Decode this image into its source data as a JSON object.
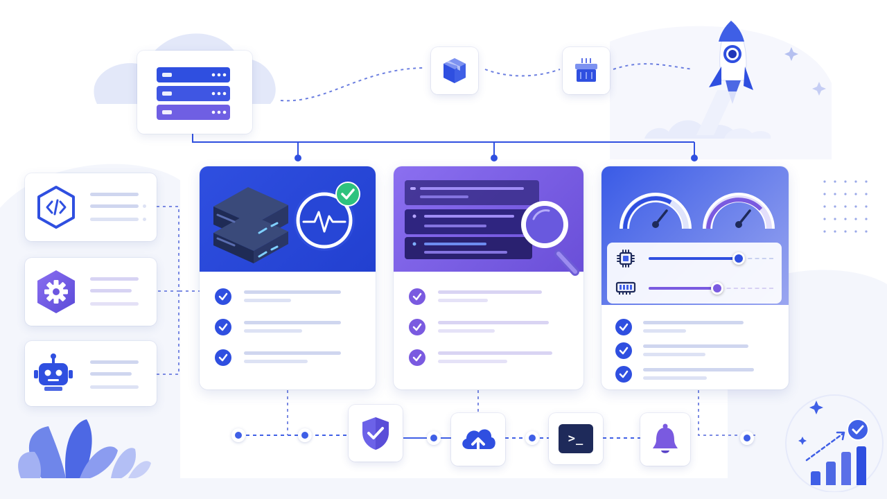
{
  "colors": {
    "primary": "#2f4fe0",
    "primary_dark": "#1f36b8",
    "purple": "#7a5ae0",
    "navy": "#1e2a5a",
    "green": "#2ec27e",
    "line": "#3f5fe6"
  },
  "top_row": {
    "server_rack_icon": "server-rack-icon",
    "package_icon": "package-icon",
    "container_icon": "container-icon",
    "rocket_icon": "rocket-icon"
  },
  "left_services": [
    {
      "icon": "code-icon"
    },
    {
      "icon": "gear-icon"
    },
    {
      "icon": "robot-icon"
    }
  ],
  "panels": [
    {
      "theme": "server-health",
      "icon": "server-stack-icon",
      "badge": "checkmark-icon",
      "checks": 3
    },
    {
      "theme": "log-search",
      "icon": "magnifier-icon",
      "checks": 3
    },
    {
      "theme": "performance",
      "icon": "gauge-icon",
      "checks": 3,
      "sliders": [
        {
          "icon": "cpu-icon",
          "level": 0.72
        },
        {
          "icon": "memory-icon",
          "level": 0.55
        }
      ]
    }
  ],
  "pipeline": [
    {
      "icon": "shield-check-icon"
    },
    {
      "icon": "cloud-upload-icon"
    },
    {
      "icon": "terminal-icon",
      "prompt": ">_"
    },
    {
      "icon": "bell-icon"
    }
  ],
  "growth_chart": {
    "icon": "bar-chart-icon",
    "levels": [
      0.35,
      0.6,
      0.85,
      1.0
    ]
  }
}
